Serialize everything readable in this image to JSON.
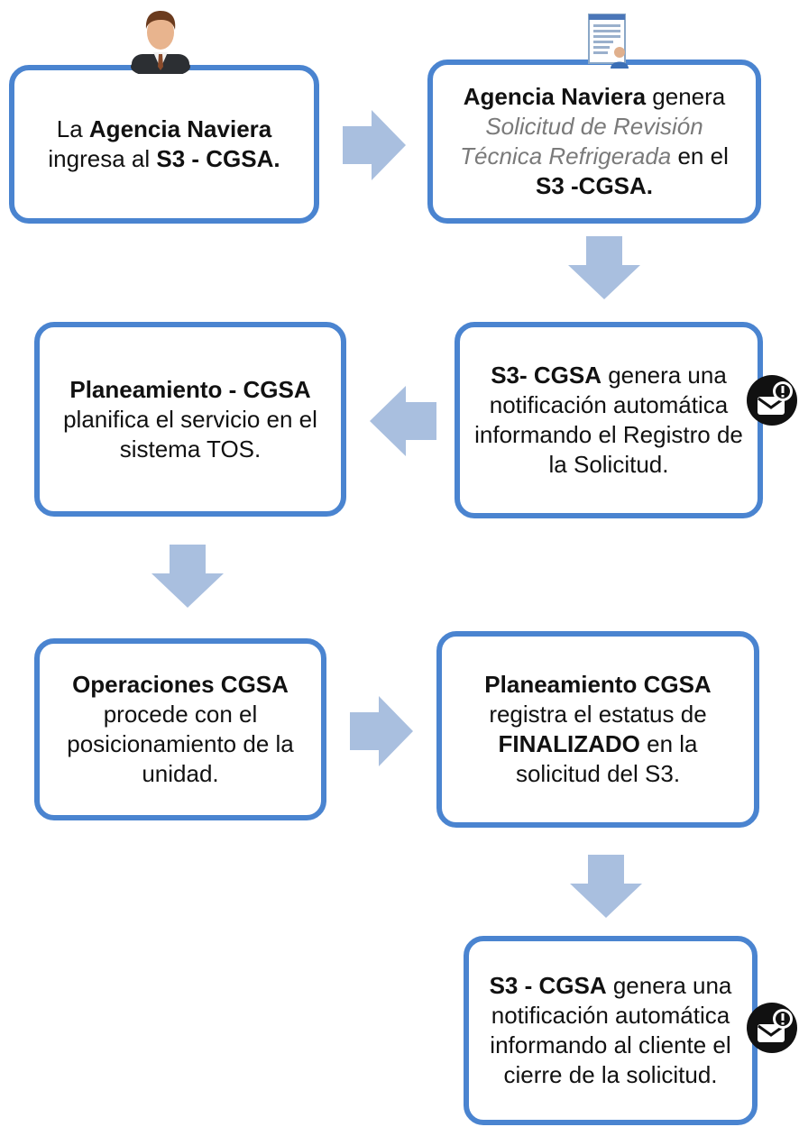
{
  "steps": [
    {
      "id": "step1",
      "parts": [
        {
          "t": "La "
        },
        {
          "t": "Agencia Naviera",
          "b": true
        },
        {
          "t": " ingresa al "
        },
        {
          "t": "S3 - CGSA.",
          "b": true
        }
      ]
    },
    {
      "id": "step2",
      "parts": [
        {
          "t": "Agencia Naviera",
          "b": true
        },
        {
          "t": " genera "
        },
        {
          "t": "Solicitud de Revisión Técnica Refrigerada",
          "i": true
        },
        {
          "t": " en el "
        },
        {
          "t": "S3 -CGSA.",
          "b": true
        }
      ]
    },
    {
      "id": "step3",
      "parts": [
        {
          "t": "S3- CGSA",
          "b": true
        },
        {
          "t": " genera una notificación automática informando el Registro de la Solicitud."
        }
      ]
    },
    {
      "id": "step4",
      "parts": [
        {
          "t": "Planeamiento - CGSA",
          "b": true
        },
        {
          "t": " planifica el servicio en el sistema TOS."
        }
      ]
    },
    {
      "id": "step5",
      "parts": [
        {
          "t": "Operaciones CGSA",
          "b": true
        },
        {
          "t": " procede con el posicionamiento de la unidad."
        }
      ]
    },
    {
      "id": "step6",
      "parts": [
        {
          "t": "Planeamiento CGSA",
          "b": true
        },
        {
          "t": " registra el estatus de "
        },
        {
          "t": "FINALIZADO",
          "b": true
        },
        {
          "t": " en la solicitud del S3."
        }
      ]
    },
    {
      "id": "step7",
      "parts": [
        {
          "t": "S3 - CGSA",
          "b": true
        },
        {
          "t": " genera una notificación automática informando al cliente el cierre de la solicitud."
        }
      ]
    }
  ],
  "icons": {
    "step1": "user-avatar-icon",
    "step2": "document-user-icon",
    "step3": "email-alert-icon",
    "step7": "email-alert-icon"
  },
  "colors": {
    "box_border": "#4a84d0",
    "arrow": "#a9bfdf",
    "italic_text": "#7a7a7a"
  }
}
